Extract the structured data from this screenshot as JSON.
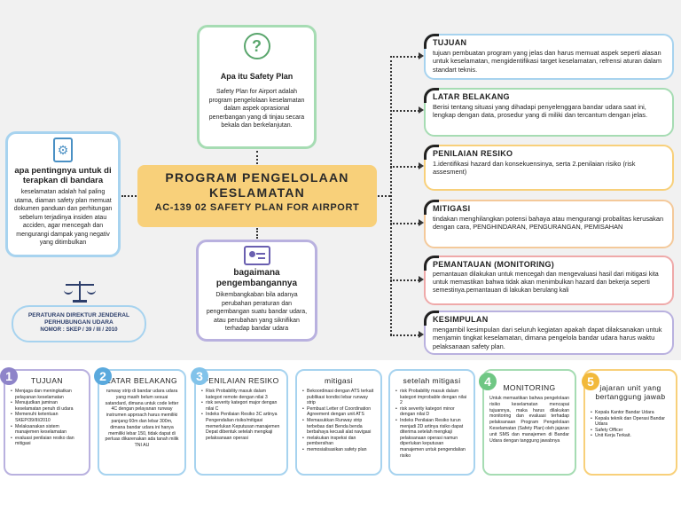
{
  "colors": {
    "green": "#a6dcb3",
    "blue": "#a7d3ef",
    "yellow": "#f8d07a",
    "purple": "#b9b1df",
    "orange": "#f4c99a",
    "pink": "#efa9a9",
    "navy": "#2c3e6b",
    "gray_bg": "#f1f1f1"
  },
  "apa": {
    "icon": "question-icon",
    "title": "Apa itu Safety Plan",
    "body": "Safety Plan for Airport adalah program pengelolaan keselamatan dalam aspek oprasional penerbangan yang di tinjau secara bekala dan berkelanjutan."
  },
  "penting": {
    "icon": "document-gear-icon",
    "title": "apa pentingnya untuk di terapkan di bandara",
    "body": "keselamatan adalah hal paling utama, diaman safety plan memuat dokumen panduan dan perhitungan sebelum terjadinya insiden atau acciden, agar mencegah dan mengurangi dampak yang negativ yang ditimbulkan"
  },
  "center": {
    "line1": "PROGRAM PENGELOLAAN",
    "line2": "KESLAMATAN",
    "line3": "AC-139 02 SAFETY PLAN FOR AIRPORT"
  },
  "kembang": {
    "icon": "presentation-icon",
    "title": "bagaimana pengembangannya",
    "body": "Dikembangkaban bila adanya perubahan peraturan dan pengembangan suatu bandar udara, atau perubahan yang siknifikan terhadap bandar udara"
  },
  "peraturan": {
    "icon": "scales-icon",
    "line1": "PERATURAN DIREKTUR JENDERAL",
    "line2": "PERHUBUNGAN UDARA",
    "line3": "NOMOR : SKEP / 39 / III / 2010"
  },
  "right": [
    {
      "title": "TUJUAN",
      "body": "tujuan pembuatan program yang jelas dan harus memuat aspek seperti alasan untuk keselamatan, mengidentifikasi target keselamatan, refrensi aturan dalam standart teknis."
    },
    {
      "title": "LATAR BELAKANG",
      "body": "Berisi tentang situasi yang dihadapi penyelenggara bandar udara saat ini, lengkap dengan data, prosedur yang di miliki dan tercantum dengan jelas."
    },
    {
      "title": "PENILAIAN RESIKO",
      "body": "1.identifikasi hazard dan konsekuensinya, serta 2.penilaian risiko (risk assesment)"
    },
    {
      "title": "MITIGASI",
      "body": "tindakan menghilangkan potensi bahaya atau mengurangi probalitas kerusakan dengan cara, PENGHINDARAN, PENGURANGAN, PEMISAHAN"
    },
    {
      "title": "PEMANTAUAN (MONITORING)",
      "body": "pemantauan dilakukan untuk mencegah dan mengevaluasi hasil dari mitigasi kita untuk memastikan bahwa tidak akan menimbulkan hazard dan bekerja seperti semestinya.pemantauan di lakukan berulang kali"
    },
    {
      "title": "KESIMPULAN",
      "body": "mengambil kesimpulan dari seluruh kegiatan apakah dapat dilaksanakan untuk menjamin tingkat keselamatan, dimana pengelola bandar udara harus waktu pelaksanaan safety plan."
    }
  ],
  "bottom": [
    {
      "badge": "1",
      "title": "TUJUAN",
      "items": [
        "Menjaga dan meningkatkan pelayanan keselamatan",
        "Menujudkan jaminan keselamatan penuh di udara",
        "Memenuhi ketentuan SKEP/39/III/2010",
        "Melaksanakan sistem manajemen keselamatan",
        "evaluasi penilaian resiko dan mitigasi"
      ]
    },
    {
      "badge": "2",
      "title": "LATAR BELAKANG",
      "text": "runway strip di bandar udara udara yang masih belum sesuai satandard, dimana untuk code letter 4C dengan pelayanan runway instrumen approach harus memiliki panjang 60m dan lebar 300m, dimana bandar udara ini hanya memiliki lebar 150, tidak dapat di perluas dikarenakan ada tanah milik TNI AU"
    },
    {
      "badge": "3",
      "title": "PENILAIAN RESIKO",
      "items": [
        "Risk Probability masuk dalam kategori remote dengan nilai 3",
        "risk severity kategori major dengan nilai C",
        "Indeks Penilaian Resiko 3C artinya Pengendalian risiko/mitigasi memerlukan Keputusan manajemen Depat dibentuk setelah mengkaji pelaksanaan operasi"
      ]
    },
    {
      "title": "mitigasi",
      "items": [
        "Bekoordinasi dengan ATS terkait publikasi kondisi lebar runway strip",
        "Pembuat Letter of Coordination Agreement dengan unit ATS",
        "Memasukkan Runway strip terbebas dari Benda benda berbahaya kecuali alat navigasi",
        "melakukan inspeksi dan pembersihan",
        "memosialisasikan safety plan"
      ]
    },
    {
      "title": "setelah mitigasi",
      "items": [
        "risk Probability masuk dalam kategori improbable dengan nilai 2",
        "risk severity kategori minor dengan nilai D",
        "Indeks Penilaian Resiko turun menjadi 2D artinya risiko dapat diterima setelah mengkaji pelaksanaan operasi namun diperlukan keputusan manajemen untuk pengendalian risiko"
      ]
    },
    {
      "badge": "4",
      "title": "MONITORING",
      "text": "Untuk memastikan bahwa pengelolaan risiko keselamatan mencapai tujuannya, maka harus dilakukan monitoring dan evaluasi terhadap pelaksanaan Program Pengelolaan Keselamatan (Safety Plan) oleh jajaran unit SMS dan manajemen di Bandar Udara dengan tanggung jawabnya"
    },
    {
      "badge": "5",
      "title": "jajaran unit yang bertanggung jawab",
      "items": [
        "Kepala Kantor Bandar Udara",
        "Kepala teknik dan Operasi Bandar Udara",
        "Safety Officer",
        "Unit Kerja Terkait."
      ]
    }
  ]
}
